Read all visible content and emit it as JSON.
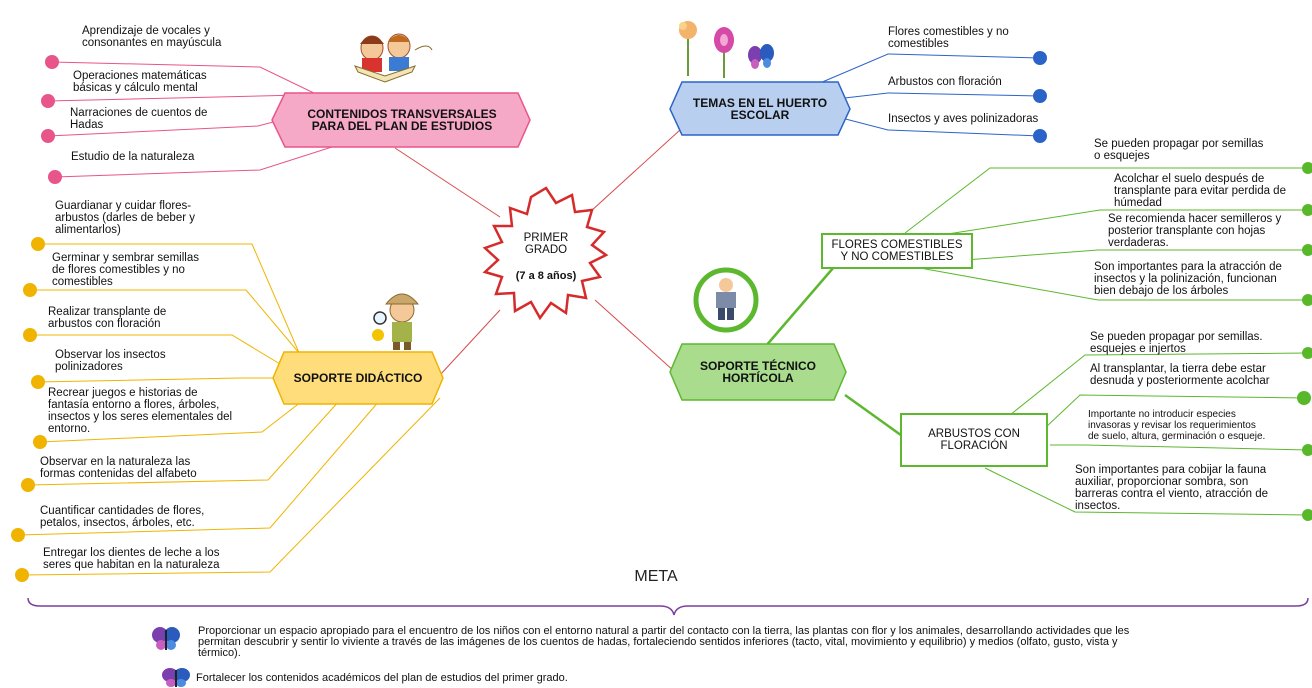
{
  "center": {
    "title": "PRIMER\nGRADO",
    "subtitle": "(7 a 8 años)"
  },
  "colors": {
    "pink": "#e84b7a",
    "blue": "#2563cc",
    "yellow": "#f0b400",
    "green": "#58b82a",
    "red": "#d62b2b",
    "purple": "#7a3f9d"
  },
  "transversales": {
    "title": "CONTENIDOS  TRANSVERSALES\nPARA DEL PLAN DE ESTUDIOS",
    "items": [
      "Aprendizaje de vocales y\nconsonantes en mayúscula",
      "Operaciones matemáticas\nbásicas y cálculo mental",
      "Narraciones de cuentos de\nHadas",
      "Estudio de la naturaleza"
    ]
  },
  "huerto": {
    "title": "TEMAS EN EL HUERTO\nESCOLAR",
    "items": [
      "Flores comestibles y no\ncomestibles",
      "Arbustos con floración",
      "Insectos y aves polinizadoras"
    ]
  },
  "didactico": {
    "title": "SOPORTE DIDÁCTICO",
    "items": [
      "Guardianar y cuidar flores-\narbustos (darles de beber y\nalimentarlos)",
      "Germinar  y sembrar semillas\nde flores comestibles y no\ncomestibles",
      "Realizar transplante de\narbustos con floración",
      "Observar los insectos\npolinizadores",
      "Recrear  juegos e historias de\nfantasía entorno a  flores, árboles,\ninsectos  y los seres elementales del\nentorno.",
      "Observar en la naturaleza las\nformas contenidas del alfabeto",
      "Cuantificar cantidades de flores,\npetalos, insectos, árboles, etc.",
      "Entregar los dientes de leche a los\nseres que habitan en la naturaleza"
    ]
  },
  "tecnico": {
    "title": "SOPORTE TÉCNICO\nHORTÍCOLA",
    "flores": {
      "title": "FLORES COMESTIBLES\nY NO COMESTIBLES",
      "items": [
        "Se pueden propagar por semillas\no esquejes",
        "Acolchar el suelo  después de\ntransplante para evitar perdida de\nhúmedad",
        "Se recomienda hacer semilleros y\nposterior transplante con hojas\nverdaderas.",
        "Son importantes para la atracción de\ninsectos y la polinización, funcionan\nbien debajo de los árboles"
      ]
    },
    "arbustos": {
      "title": "ARBUSTOS CON\nFLORACIÓN",
      "items": [
        "Se pueden propagar por semillas.\nesquejes e injertos",
        "Al transplantar, la tierra debe estar\ndesnuda y posteriormente acolchar",
        "Importante no introducir especies\ninvasoras y revisar los requerimientos\nde suelo, altura, germinación o esqueje.",
        "Son importantes para cobijar la fauna\nauxiliar, proporcionar sombra, son\nbarreras contra el viento, atracción de\ninsectos."
      ]
    }
  },
  "meta": {
    "label": "META",
    "goals": [
      "Proporcionar un espacio apropiado para el encuentro  de los niños con el entorno natural a partir del contacto con la tierra, las plantas  con flor y los animales, desarrollando actividades que les\npermitan descubrir y sentir lo viviente a través de las imágenes de los cuentos de hadas, fortaleciendo sentidos inferiores (tacto, vital, movimiento y equilibrio) y medios (olfato, gusto, vista y\ntérmico).",
      "Fortalecer  los contenidos académicos del plan de estudios del primer grado."
    ]
  }
}
